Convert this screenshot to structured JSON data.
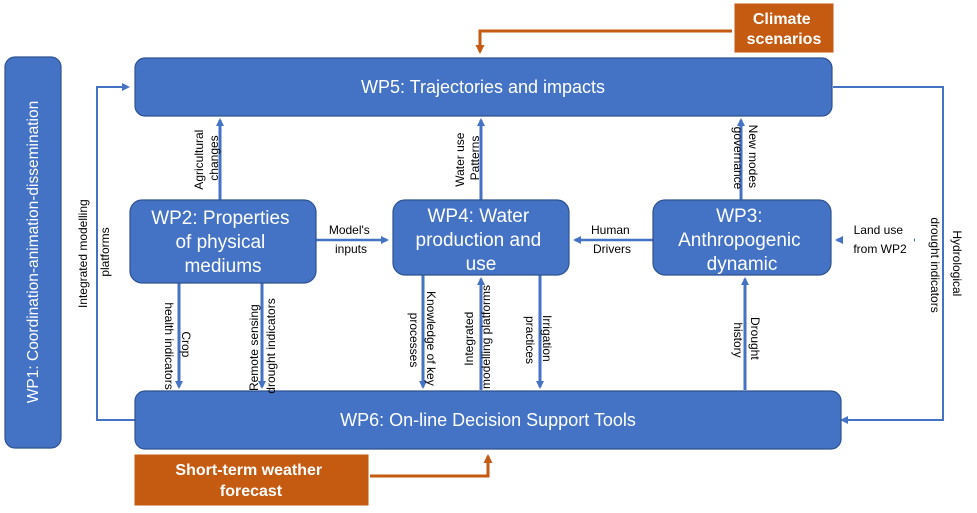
{
  "colors": {
    "box": "#4472C4",
    "accent": "#C55A11",
    "text_on_box": "#ffffff"
  },
  "boxes": {
    "wp1": "WP1: Coordination-animation-dissemination",
    "wp5": "WP5: Trajectories and impacts",
    "wp6": "WP6: On-line Decision Support Tools",
    "wp2": [
      "WP2: Properties",
      "of physical",
      "mediums"
    ],
    "wp4": [
      "WP4: Water",
      "production and",
      "use"
    ],
    "wp3": [
      "WP3:",
      "Anthropogenic",
      "dynamic"
    ],
    "climate": [
      "Climate",
      "scenarios"
    ],
    "weather": [
      "Short-term weather",
      "forecast"
    ]
  },
  "labels": {
    "agricultural_changes": [
      "Agricultural",
      "changes"
    ],
    "water_use_patterns": [
      "Water use",
      "Patterns"
    ],
    "new_modes_governance": [
      "New modes",
      "governance"
    ],
    "integrated_platforms_left": [
      "Integrated modelling",
      "platforms"
    ],
    "hydrological": [
      "Hydrological",
      "drought indicators"
    ],
    "models_inputs": [
      "Model's",
      "inputs"
    ],
    "human_drivers": [
      "Human",
      "Drivers"
    ],
    "land_use": [
      "Land use",
      "from WP2"
    ],
    "crop_health": [
      "Crop",
      "health indicators"
    ],
    "remote_sensing": [
      "Remote sensing",
      "drought indicators"
    ],
    "knowledge": [
      "Knowledge of key",
      "processes"
    ],
    "integrated_platforms_mid": [
      "Integrated",
      "modelling platforms"
    ],
    "irrigation": [
      "Irrigation",
      "practices"
    ],
    "drought_history": [
      "Drought",
      "history"
    ]
  }
}
